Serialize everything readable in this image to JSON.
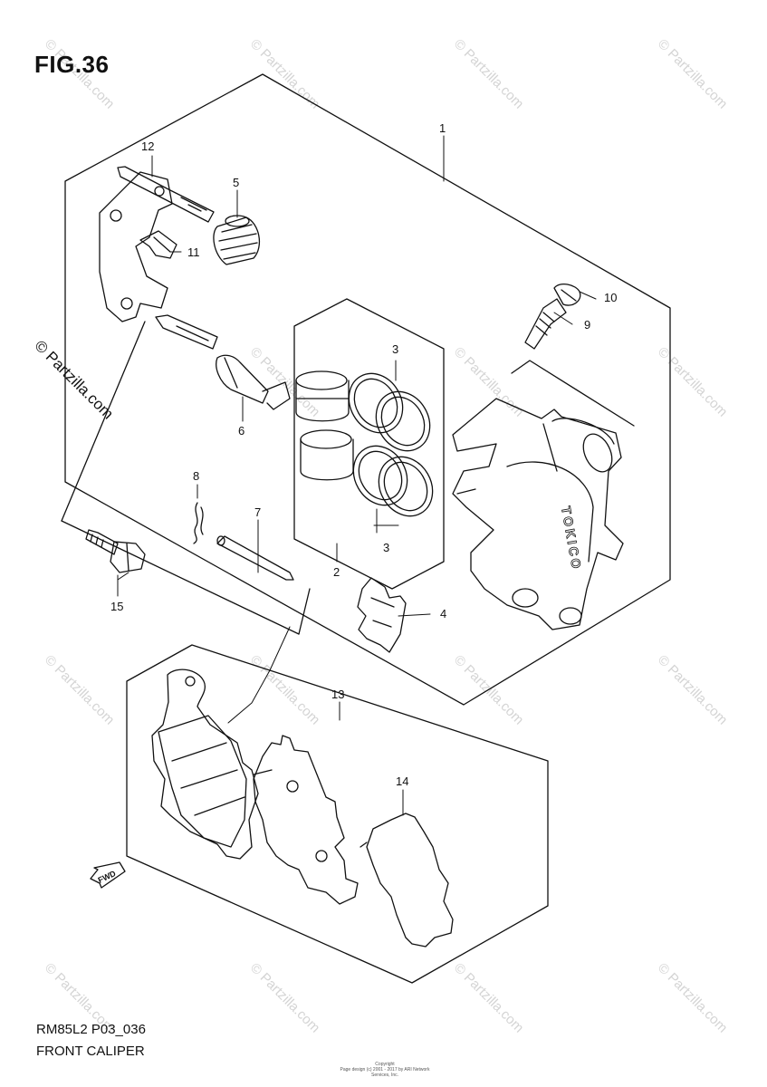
{
  "figure": {
    "title": "FIG.36",
    "code": "RM85L2 P03_036",
    "caption": "FRONT CALIPER",
    "copyright_line1": "Copyright",
    "copyright_line2": "Page design (c) 2001 - 2017 by ARI Network Services, Inc."
  },
  "watermark": {
    "text": "© Partzilla.com",
    "main_text": "© Partzilla.com"
  },
  "callouts": [
    {
      "id": "c1",
      "label": "1"
    },
    {
      "id": "c2",
      "label": "2"
    },
    {
      "id": "c3a",
      "label": "3"
    },
    {
      "id": "c3b",
      "label": "3"
    },
    {
      "id": "c4",
      "label": "4"
    },
    {
      "id": "c5",
      "label": "5"
    },
    {
      "id": "c6",
      "label": "6"
    },
    {
      "id": "c7",
      "label": "7"
    },
    {
      "id": "c8",
      "label": "8"
    },
    {
      "id": "c9",
      "label": "9"
    },
    {
      "id": "c10",
      "label": "10"
    },
    {
      "id": "c11",
      "label": "11"
    },
    {
      "id": "c12",
      "label": "12"
    },
    {
      "id": "c13",
      "label": "13"
    },
    {
      "id": "c14",
      "label": "14"
    },
    {
      "id": "c15",
      "label": "15"
    }
  ],
  "caliper_brand": "TOKICO",
  "fwd_label": "FWD"
}
